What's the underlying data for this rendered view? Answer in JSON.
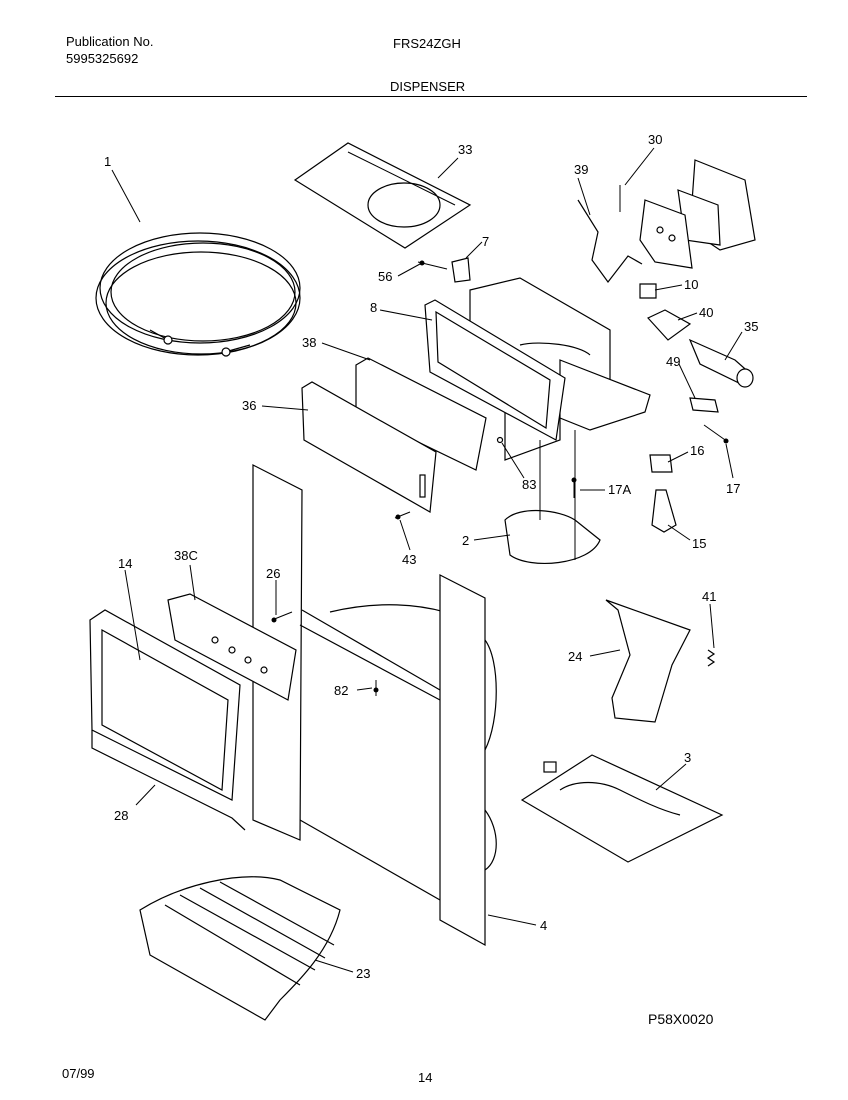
{
  "header": {
    "publication_label": "Publication No.",
    "publication_number": "5995325692",
    "model": "FRS24ZGH",
    "section_title": "DISPENSER"
  },
  "footer": {
    "date": "07/99",
    "page_number": "14",
    "drawing_code": "P58X0020"
  },
  "callouts": {
    "c1": "1",
    "c33": "33",
    "c30": "30",
    "c39": "39",
    "c7": "7",
    "c56": "56",
    "c10": "10",
    "c8": "8",
    "c40": "40",
    "c35": "35",
    "c38": "38",
    "c49": "49",
    "c36": "36",
    "c16": "16",
    "c83": "83",
    "c17A": "17A",
    "c17": "17",
    "c43": "43",
    "c15": "15",
    "c2": "2",
    "c14": "14",
    "c38C": "38C",
    "c26": "26",
    "c41": "41",
    "c24": "24",
    "c82": "82",
    "c3": "3",
    "c28": "28",
    "c4": "4",
    "c23": "23"
  }
}
